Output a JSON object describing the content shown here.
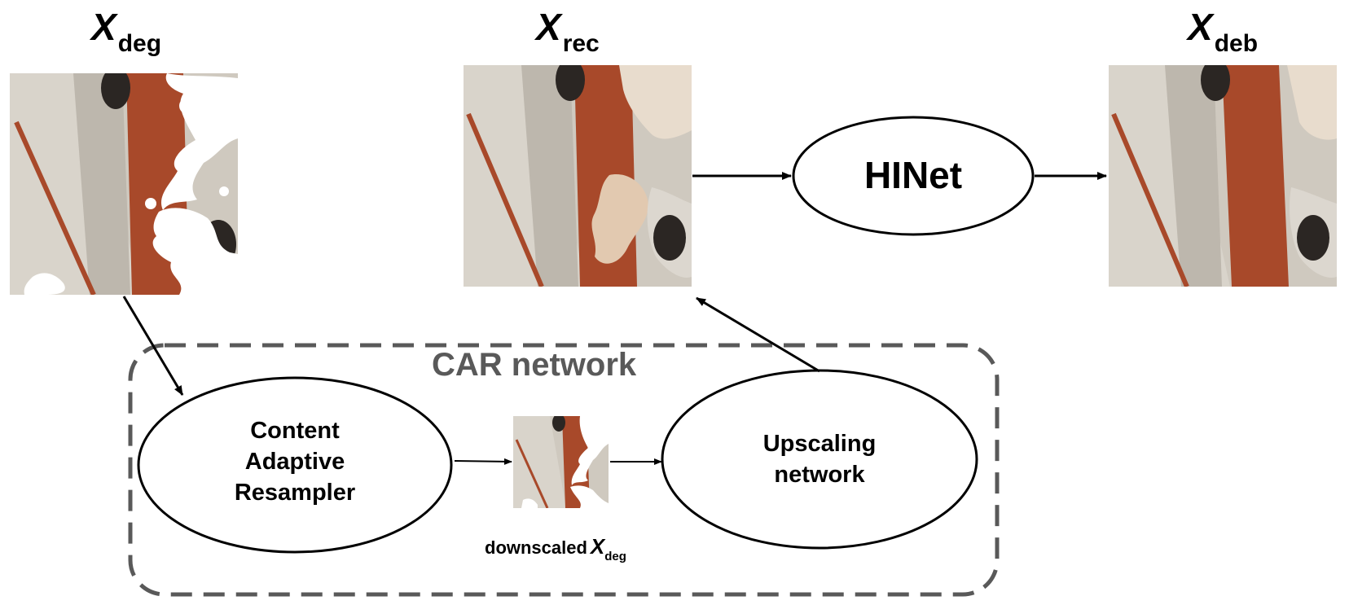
{
  "labels": {
    "x_deg": {
      "symbol": "X",
      "subscript": "deg"
    },
    "x_rec": {
      "symbol": "X",
      "subscript": "rec"
    },
    "x_deb": {
      "symbol": "X",
      "subscript": "deb"
    }
  },
  "nodes": {
    "hinet": "HINet",
    "car_resampler": [
      "Content",
      "Adaptive",
      "Resampler"
    ],
    "upscaling": [
      "Upscaling",
      "network"
    ]
  },
  "car_group": {
    "title": "CAR network"
  },
  "downscaled_caption": {
    "prefix": "downscaled",
    "symbol": "X",
    "subscript": "deg"
  },
  "colors": {
    "rust": "#a8492a",
    "concrete": "#cfc9bf",
    "dashed_border": "#595959"
  }
}
